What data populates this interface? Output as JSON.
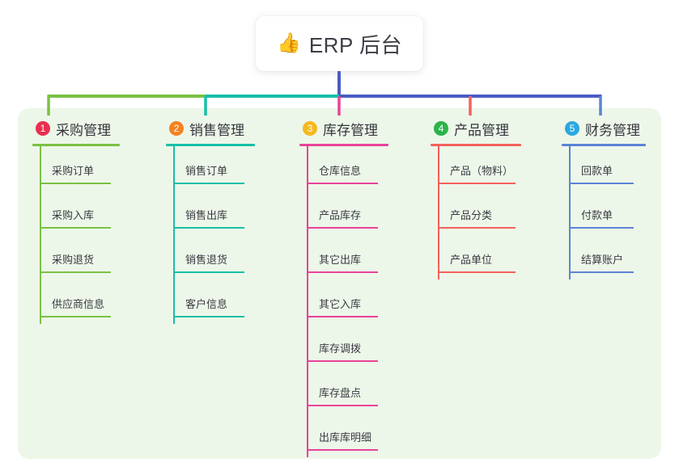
{
  "root": {
    "emoji": "👍",
    "emoji_name": "thumbs-up-emoji",
    "title": "ERP 后台"
  },
  "palette": {
    "panel_bg": "#edf7e9",
    "page_bg": "#ffffff",
    "stem_blue": "#4a5bc4",
    "text": "#3a3a42"
  },
  "columns": [
    {
      "number": "1",
      "title": "采购管理",
      "badge_color": "#e8304f",
      "line_color": "#7ac143",
      "items": [
        "采购订单",
        "采购入库",
        "采购退货",
        "供应商信息"
      ]
    },
    {
      "number": "2",
      "title": "销售管理",
      "badge_color": "#f58220",
      "line_color": "#17bfa8",
      "items": [
        "销售订单",
        "销售出库",
        "销售退货",
        "客户信息"
      ]
    },
    {
      "number": "3",
      "title": "库存管理",
      "badge_color": "#f5b820",
      "line_color": "#e8439a",
      "items": [
        "仓库信息",
        "产品库存",
        "其它出库",
        "其它入库",
        "库存调拨",
        "库存盘点",
        "出库库明细"
      ]
    },
    {
      "number": "4",
      "title": "产品管理",
      "badge_color": "#2bb34a",
      "line_color": "#f4615c",
      "items": [
        "产品（物料）",
        "产品分类",
        "产品单位"
      ]
    },
    {
      "number": "5",
      "title": "财务管理",
      "badge_color": "#29a8e0",
      "line_color": "#5b84d6",
      "items": [
        "回款单",
        "付款单",
        "结算账户"
      ]
    }
  ]
}
